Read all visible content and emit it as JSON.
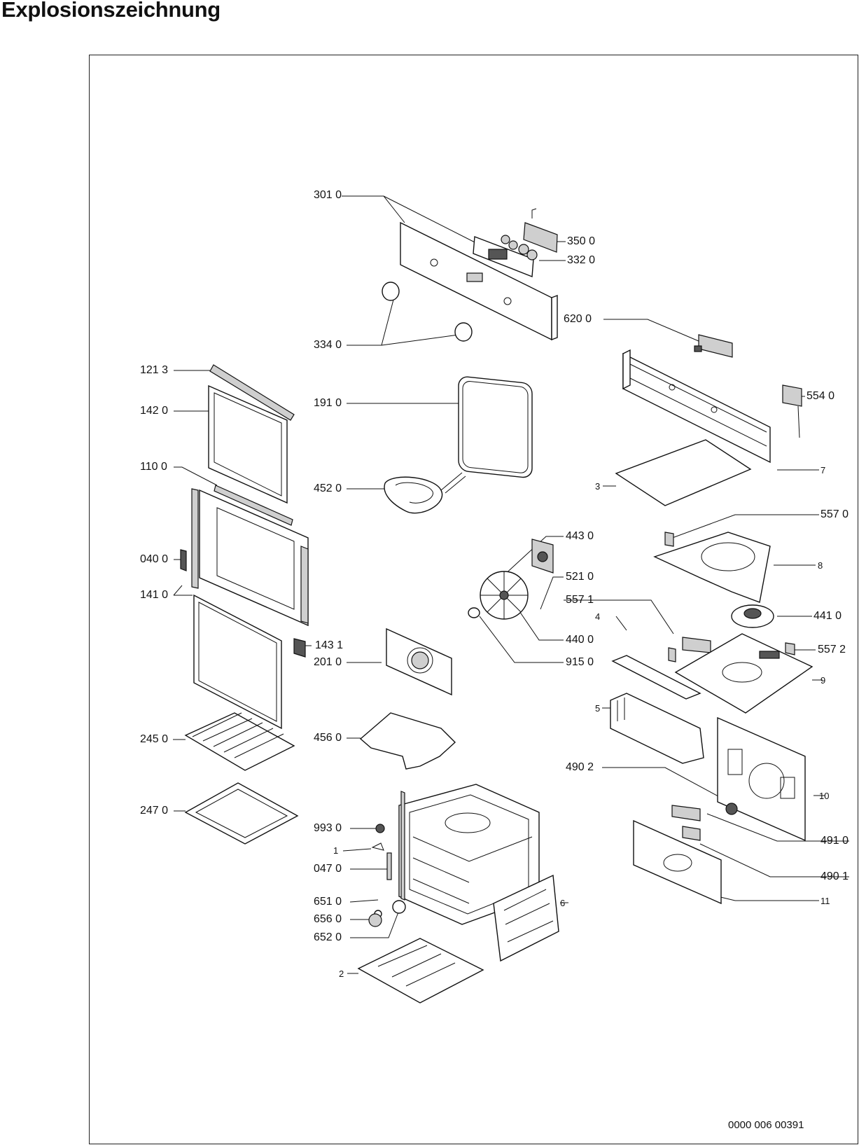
{
  "title": "Explosionszeichnung",
  "document_number": "0000 006 00391",
  "labels": {
    "p3010": "301 0",
    "p3500": "350 0",
    "p3320": "332 0",
    "p6200": "620 0",
    "p3340": "334 0",
    "p1213": "121 3",
    "p1420": "142 0",
    "p1910": "191 0",
    "p5540": "554 0",
    "p7": "7",
    "p1100": "110 0",
    "p4520": "452 0",
    "p3": "3",
    "p5570": "557 0",
    "p4430": "443 0",
    "p0400": "040 0",
    "p8": "8",
    "p1410": "141 0",
    "p5210": "521 0",
    "p5571": "557 1",
    "p4410": "441 0",
    "p4": "4",
    "p4400": "440 0",
    "p1431": "143 1",
    "p2010": "201 0",
    "p9150": "915 0",
    "p5572": "557 2",
    "p9": "9",
    "p5": "5",
    "p4560": "456 0",
    "p2450": "245 0",
    "p4902": "490 2",
    "p10": "10",
    "p2470": "247 0",
    "p9930": "993 0",
    "p4910": "491 0",
    "p1": "1",
    "p0470": "047 0",
    "p4901": "490 1",
    "p6510": "651 0",
    "p6": "6",
    "p11": "11",
    "p6560": "656 0",
    "p6520": "652 0",
    "p2": "2"
  }
}
